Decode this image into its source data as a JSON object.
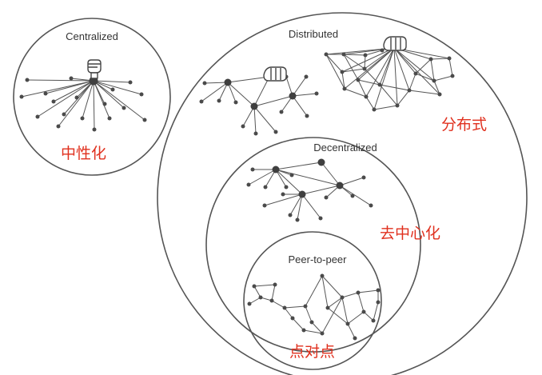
{
  "diagram": {
    "centralized": {
      "title": "Centralized",
      "label": "中性化"
    },
    "distributed": {
      "title": "Distributed",
      "label": "分布式"
    },
    "decentralized": {
      "title": "Decentralized",
      "label": "去中心化"
    },
    "peer_to_peer": {
      "title": "Peer-to-peer",
      "label": "点对点"
    },
    "annotation_color": "#e0301e"
  }
}
